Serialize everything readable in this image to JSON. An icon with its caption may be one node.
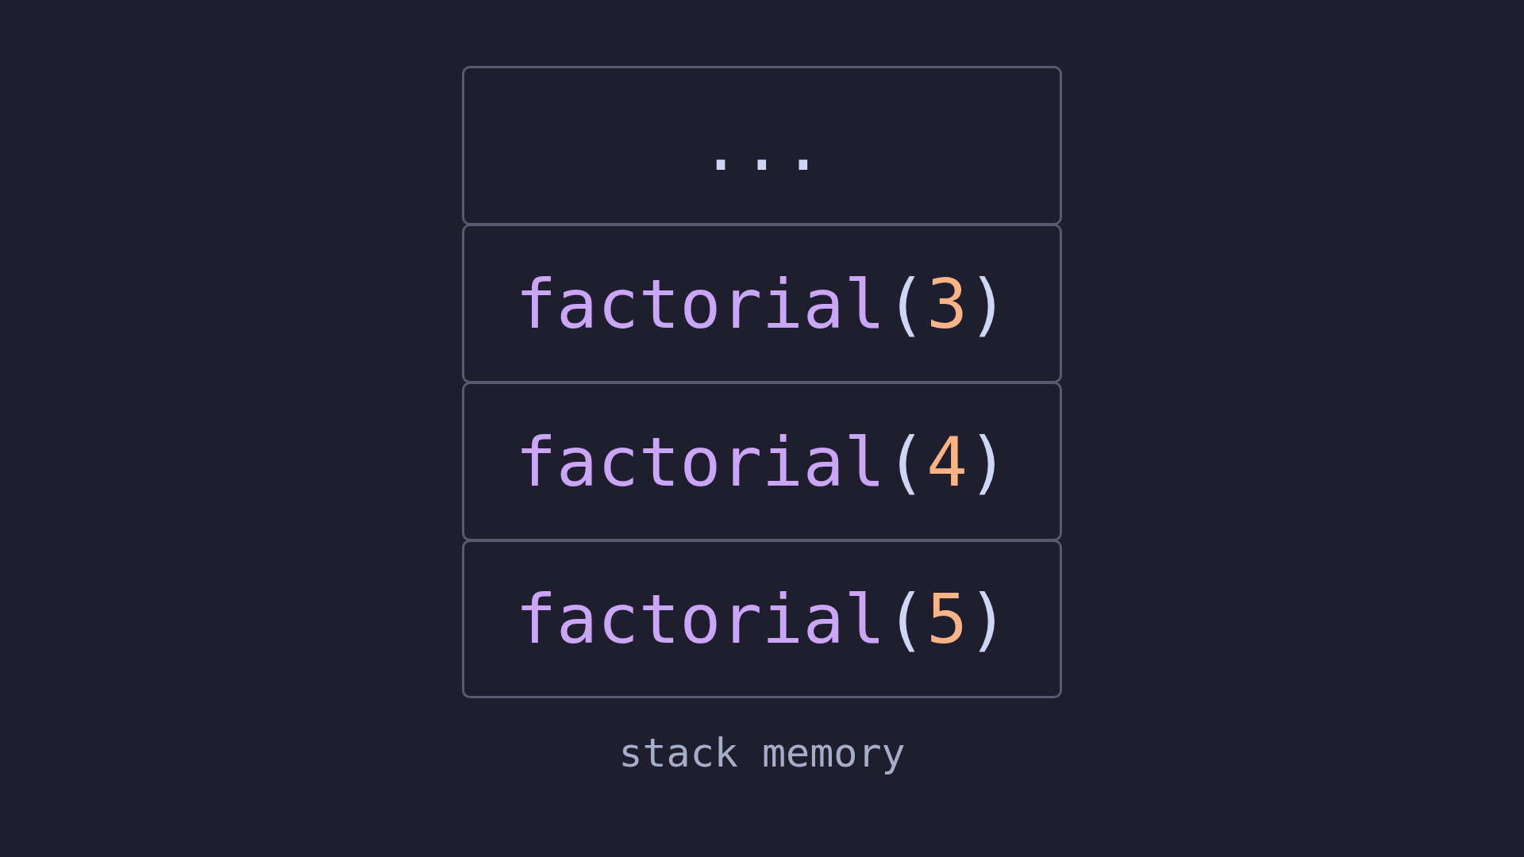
{
  "diagram": {
    "nodes": [
      {
        "text": [
          "..."
        ]
      },
      {
        "text": [
          "factorial(3)"
        ]
      },
      {
        "text": [
          "factorial(4)"
        ]
      },
      {
        "text": [
          "factorial(5)"
        ]
      }
    ],
    "labels": [
      "stack memory"
    ]
  }
}
